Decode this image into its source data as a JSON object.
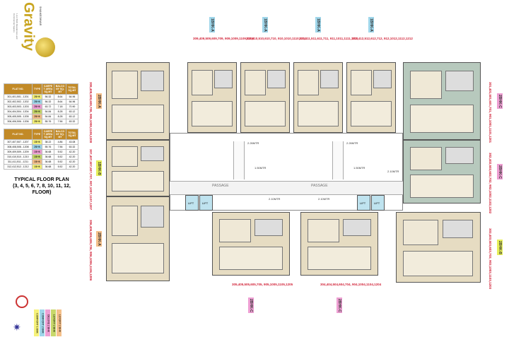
{
  "brand": {
    "company": "SHANKESHWAR",
    "name": "Gravity",
    "tagline": "1 & 2 BHK Residences and Commercial Spaces"
  },
  "title": {
    "line1": "TYPICAL FLOOR PLAN",
    "line2": "(3, 4, 5, 6, 7, 8, 10, 11, 12, FLOOR)"
  },
  "top_units": [
    {
      "type": "1BHK-A",
      "flats": "309,409,509,609,709, 909,1009,1109,1209"
    },
    {
      "type": "1BHK-A",
      "flats": "310,410,510,610,710, 910,1010,1110,1210"
    },
    {
      "type": "1BHK-A",
      "flats": "311,411,511,611,711, 911,1011,1111,1211"
    },
    {
      "type": "1BHK-A",
      "flats": "312,412,512,612,712, 912,1012,1112,1212"
    }
  ],
  "bottom_units": [
    {
      "type": "2BHK-C",
      "flats": "305,405,505,605,705, 905,1005,1105,1205"
    },
    {
      "type": "2BHK-C",
      "flats": "304,404,504,604,704, 904,1004,1104,1204"
    }
  ],
  "left_units": [
    {
      "type": "2BHK-A",
      "flats": "308,408,508,608,708, 908,1008,1108,1208"
    },
    {
      "type": "1BHK-B",
      "flats": "307,407,507,607,707, 907,1007,1107,1207"
    },
    {
      "type": "2BHK-A",
      "flats": "306,406,506,606,706, 906,1006,1106,1206"
    }
  ],
  "right_units": [
    {
      "type": "2BHK-C",
      "flats": "301,401,501,601,701, 901,1001,1101,1201"
    },
    {
      "type": "2BHK-C",
      "flats": "302,402,502,602,702, 902,1002,1102,1202"
    },
    {
      "type": "2BHK-B",
      "flats": "303,403,503,603,703, 903,1003,1103,1203"
    }
  ],
  "labels": {
    "passage": "PASSAGE",
    "lift": "LIFT",
    "w1": "2.26MTR",
    "w2": "1.50MTR",
    "w3": "2.10MTR",
    "w4": "1.50MTR"
  },
  "table": {
    "headers": [
      "FLAT NO.",
      "TYPE",
      "CARPET AREA SQ.MT",
      "BALCONY SQ.MT",
      "TOTAL SQ.MT"
    ],
    "rows": [
      [
        "301,401,501...1201",
        "2BHK",
        "56.32",
        "8.64",
        "64.96"
      ],
      [
        "302,402,502...1202",
        "2BHK",
        "56.32",
        "8.64",
        "64.96"
      ],
      [
        "303,403,503...1203",
        "2BHK",
        "63.72",
        "7.18",
        "70.90"
      ],
      [
        "304,404,504...1204",
        "2BHK",
        "54.84",
        "8.28",
        "63.12"
      ],
      [
        "305,405,505...1205",
        "2BHK",
        "54.84",
        "8.28",
        "63.12"
      ],
      [
        "306,406,506...1206",
        "2BHK",
        "55.76",
        "7.56",
        "63.32"
      ]
    ],
    "rows2": [
      [
        "307,407,507...1207",
        "1BHK",
        "38.22",
        "4.86",
        "43.08"
      ],
      [
        "308,408,508...1208",
        "2BHK",
        "55.76",
        "7.56",
        "63.32"
      ],
      [
        "309,409,509...1209",
        "1BHK",
        "36.68",
        "5.52",
        "42.20"
      ],
      [
        "310,410,510...1210",
        "1BHK",
        "36.68",
        "5.52",
        "42.20"
      ],
      [
        "311,411,511...1211",
        "1BHK",
        "36.68",
        "5.52",
        "42.20"
      ],
      [
        "312,412,512...1212",
        "1BHK",
        "36.68",
        "5.52",
        "42.20"
      ]
    ]
  },
  "legend": [
    "COMFORT 1 BHK",
    "COMFORT 2 BHK",
    "DELUXE 2 BHK",
    "LUXURY 2 BHK",
    "LUXURY 2 BHK"
  ],
  "legend_colors": [
    "#f6f27a",
    "#9fd6ea",
    "#ee9fd3",
    "#c8d86a",
    "#f5c08a"
  ],
  "colors": {
    "tag_blue": "#9fd6ea",
    "tag_pink": "#ee9fd3",
    "tag_yellow": "#e6ef5a",
    "tag_orange": "#f5c08a",
    "unit": "#e6dcc2",
    "green_unit": "#b7c9bd",
    "lift": "#bfe3ef"
  },
  "fire_logo": "FIRE SAFETY"
}
